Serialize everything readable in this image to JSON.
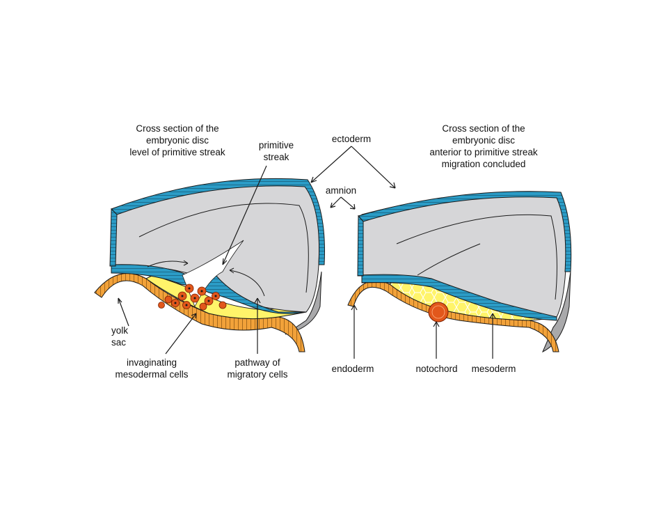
{
  "left_title": [
    "Cross section of the",
    "embryonic disc",
    "level of primitive streak"
  ],
  "right_title": [
    "Cross section of the",
    "embryonic disc",
    "anterior to primitive streak",
    "migration concluded"
  ],
  "labels": {
    "primitive_streak": [
      "primitive",
      "streak"
    ],
    "ectoderm": "ectoderm",
    "amnion": "amnion",
    "yolk_sac": [
      "yolk",
      "sac"
    ],
    "invaginating": [
      "invaginating",
      "mesodermal cells"
    ],
    "pathway": [
      "pathway of",
      "migratory cells"
    ],
    "endoderm": "endoderm",
    "notochord": "notochord",
    "mesoderm": "mesoderm"
  },
  "colors": {
    "ectoderm": "#2b9cc6",
    "endoderm": "#f2a23a",
    "mesoderm": "#fff46a",
    "amnion_cavity": "#d6d6d8",
    "mesodermal_cells": "#e2571b",
    "outline": "#1a1a1a"
  }
}
